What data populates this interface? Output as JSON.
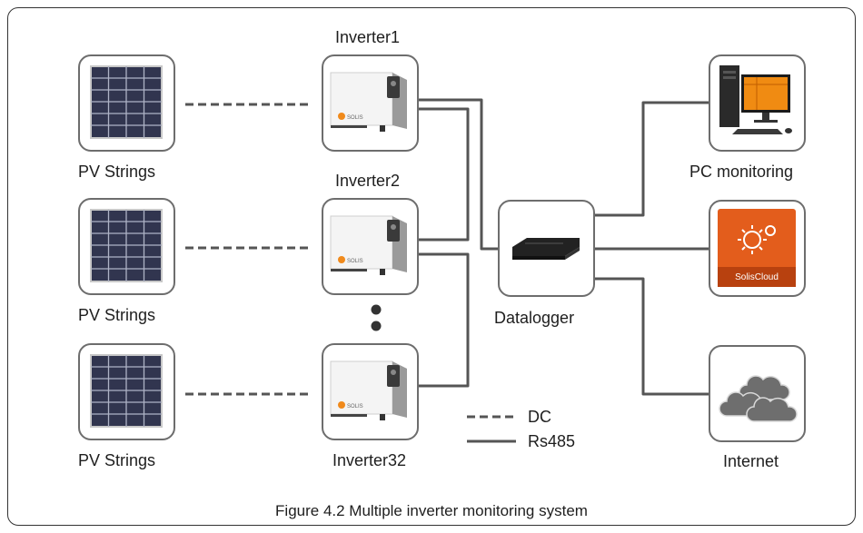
{
  "nodes": {
    "pv1": "PV Strings",
    "pv2": "PV Strings",
    "pv3": "PV Strings",
    "inverter1": "Inverter1",
    "inverter2": "Inverter2",
    "inverter32": "Inverter32",
    "datalogger": "Datalogger",
    "pc": "PC monitoring",
    "internet": "Internet",
    "soliscloud_app": "SolisCloud",
    "inverter_brand": "SOLIS"
  },
  "legend": {
    "dc": "DC",
    "rs485": "Rs485"
  },
  "caption": "Figure 4.2 Multiple inverter monitoring system",
  "colors": {
    "box_border": "#6d6d6d",
    "wire": "#555555",
    "app_orange": "#e35d1c",
    "inverter_logo": "#f08a1c"
  },
  "icons": [
    "solar-panel-icon",
    "inverter-icon",
    "router-icon",
    "desktop-computer-icon",
    "soliscloud-app-icon",
    "cloud-icon"
  ]
}
